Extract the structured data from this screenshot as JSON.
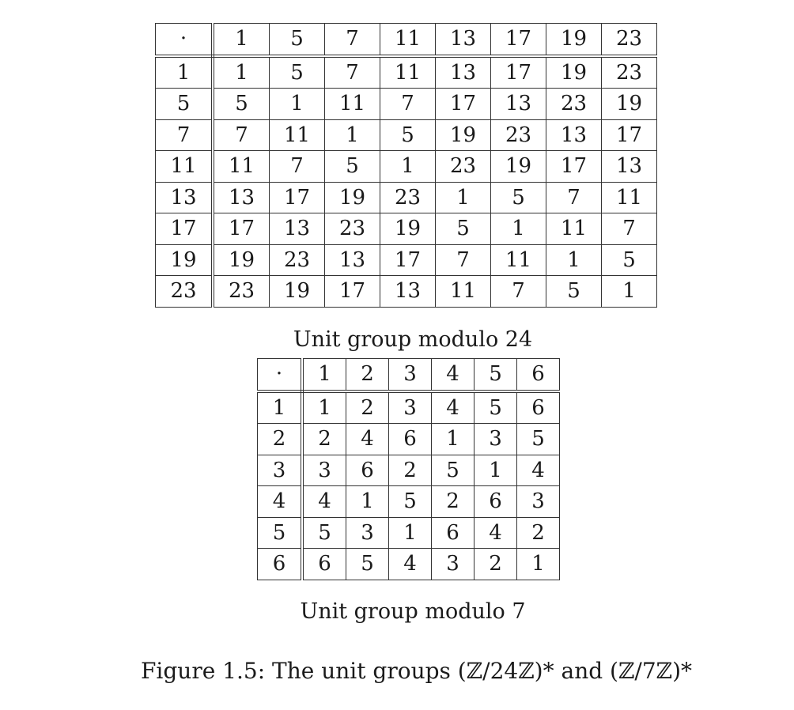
{
  "table24": {
    "corner": "·",
    "headers": [
      "1",
      "5",
      "7",
      "11",
      "13",
      "17",
      "19",
      "23"
    ],
    "rows": [
      {
        "label": "1",
        "cells": [
          "1",
          "5",
          "7",
          "11",
          "13",
          "17",
          "19",
          "23"
        ]
      },
      {
        "label": "5",
        "cells": [
          "5",
          "1",
          "11",
          "7",
          "17",
          "13",
          "23",
          "19"
        ]
      },
      {
        "label": "7",
        "cells": [
          "7",
          "11",
          "1",
          "5",
          "19",
          "23",
          "13",
          "17"
        ]
      },
      {
        "label": "11",
        "cells": [
          "11",
          "7",
          "5",
          "1",
          "23",
          "19",
          "17",
          "13"
        ]
      },
      {
        "label": "13",
        "cells": [
          "13",
          "17",
          "19",
          "23",
          "1",
          "5",
          "7",
          "11"
        ]
      },
      {
        "label": "17",
        "cells": [
          "17",
          "13",
          "23",
          "19",
          "5",
          "1",
          "11",
          "7"
        ]
      },
      {
        "label": "19",
        "cells": [
          "19",
          "23",
          "13",
          "17",
          "7",
          "11",
          "1",
          "5"
        ]
      },
      {
        "label": "23",
        "cells": [
          "23",
          "19",
          "17",
          "13",
          "11",
          "7",
          "5",
          "1"
        ]
      }
    ],
    "caption": "Unit group modulo 24"
  },
  "table7": {
    "corner": "·",
    "headers": [
      "1",
      "2",
      "3",
      "4",
      "5",
      "6"
    ],
    "rows": [
      {
        "label": "1",
        "cells": [
          "1",
          "2",
          "3",
          "4",
          "5",
          "6"
        ]
      },
      {
        "label": "2",
        "cells": [
          "2",
          "4",
          "6",
          "1",
          "3",
          "5"
        ]
      },
      {
        "label": "3",
        "cells": [
          "3",
          "6",
          "2",
          "5",
          "1",
          "4"
        ]
      },
      {
        "label": "4",
        "cells": [
          "4",
          "1",
          "5",
          "2",
          "6",
          "3"
        ]
      },
      {
        "label": "5",
        "cells": [
          "5",
          "3",
          "1",
          "6",
          "4",
          "2"
        ]
      },
      {
        "label": "6",
        "cells": [
          "6",
          "5",
          "4",
          "3",
          "2",
          "1"
        ]
      }
    ],
    "caption": "Unit group modulo 7"
  },
  "figure_caption": "Figure 1.5: The unit groups (ℤ/24ℤ)* and (ℤ/7ℤ)*"
}
